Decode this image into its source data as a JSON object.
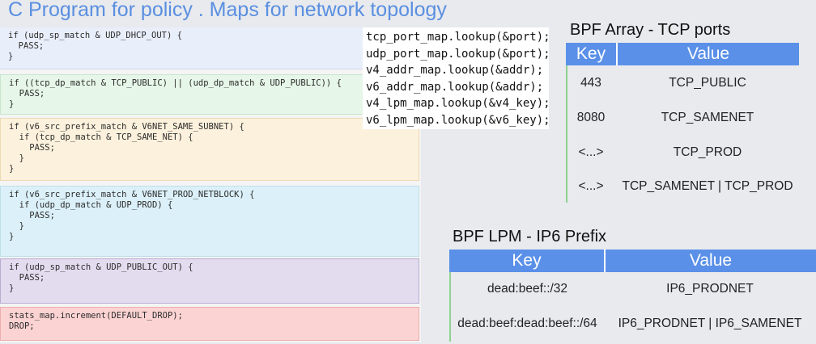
{
  "title": "C Program for policy . Maps for network topology",
  "code_blocks": [
    {
      "text": "if (udp_sp_match & UDP_DHCP_OUT) {\n  PASS;\n}"
    },
    {
      "text": "if ((tcp_dp_match & TCP_PUBLIC) || (udp_dp_match & UDP_PUBLIC)) {\n  PASS;\n}"
    },
    {
      "text": "if (v6_src_prefix_match & V6NET_SAME_SUBNET) {\n  if (tcp_dp_match & TCP_SAME_NET) {\n    PASS;\n  }\n}"
    },
    {
      "text": "if (v6_src_prefix_match & V6NET_PROD_NETBLOCK) {\n  if (udp_dp_match & UDP_PROD) {\n    PASS;\n  }\n}"
    },
    {
      "text": "if (udp_sp_match & UDP_PUBLIC_OUT) {\n  PASS;\n}"
    },
    {
      "text": "stats_map.increment(DEFAULT_DROP);\nDROP;"
    }
  ],
  "lookups": [
    "tcp_port_map.lookup(&port);",
    "udp_port_map.lookup(&port);",
    "v4_addr_map.lookup(&addr);",
    "v6_addr_map.lookup(&addr);",
    "v4_lpm_map.lookup(&v4_key);",
    "v6_lpm_map.lookup(&v6_key);"
  ],
  "bpf_array": {
    "title": "BPF Array - TCP ports",
    "key_header": "Key",
    "value_header": "Value",
    "rows": [
      {
        "key": "443",
        "value": "TCP_PUBLIC"
      },
      {
        "key": "8080",
        "value": "TCP_SAMENET"
      },
      {
        "key": "<...>",
        "value": "TCP_PROD"
      },
      {
        "key": "<...>",
        "value": "TCP_SAMENET | TCP_PROD"
      }
    ]
  },
  "bpf_lpm": {
    "title": "BPF LPM - IP6 Prefix",
    "key_header": "Key",
    "value_header": "Value",
    "rows": [
      {
        "key": "dead:beef::/32",
        "value": "IP6_PRODNET"
      },
      {
        "key": "dead:beef:dead:beef::/64",
        "value": "IP6_PRODNET | IP6_SAMENET"
      }
    ]
  }
}
